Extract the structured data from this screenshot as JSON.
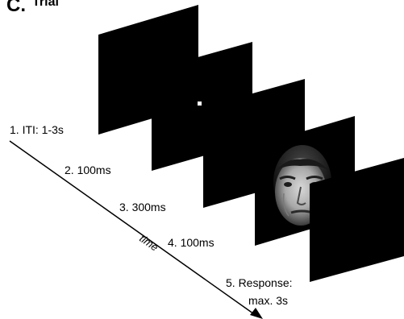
{
  "panel": {
    "letter": "C.",
    "heading": "Trial"
  },
  "steps": [
    {
      "label": "1. ITI: 1-3s"
    },
    {
      "label": "2. 100ms"
    },
    {
      "label": "3. 300ms"
    },
    {
      "label": "4. 100ms"
    },
    {
      "label": "5. Response:",
      "label2": "max. 3s"
    }
  ],
  "axis": {
    "label": "time"
  },
  "colors": {
    "screen": "#000000",
    "background": "#ffffff",
    "ink": "#000000"
  },
  "stimulus": {
    "icon": "face-photo-icon"
  }
}
